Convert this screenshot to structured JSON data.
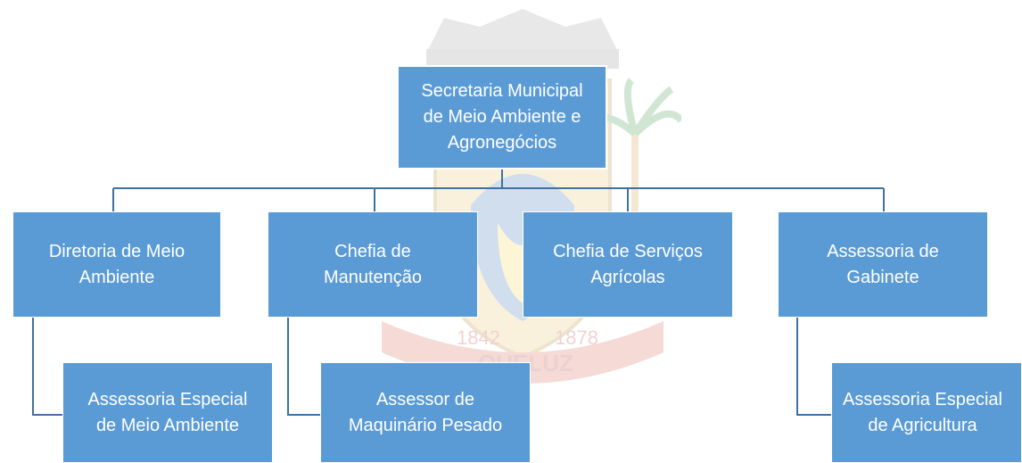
{
  "org_chart": {
    "root": {
      "label": "Secretaria Municipal\nde Meio Ambiente e\nAgronegócios"
    },
    "departments": [
      {
        "label": "Diretoria de Meio\nAmbiente"
      },
      {
        "label": "Chefia de\nManutenção"
      },
      {
        "label": "Chefia de Serviços\nAgrícolas"
      },
      {
        "label": "Assessoria de\nGabinete"
      }
    ],
    "sub_units": [
      {
        "label": "Assessoria Especial\nde Meio Ambiente"
      },
      {
        "label": "Assessor de\nMaquinário Pesado"
      },
      {
        "label": "Assessoria Especial\nde Agricultura"
      }
    ]
  },
  "watermark": {
    "text": "QUELUZ",
    "years": [
      "1842",
      "1878"
    ]
  },
  "colors": {
    "box_fill": "#5b9bd5",
    "connector": "#41719c",
    "text": "#ffffff"
  }
}
